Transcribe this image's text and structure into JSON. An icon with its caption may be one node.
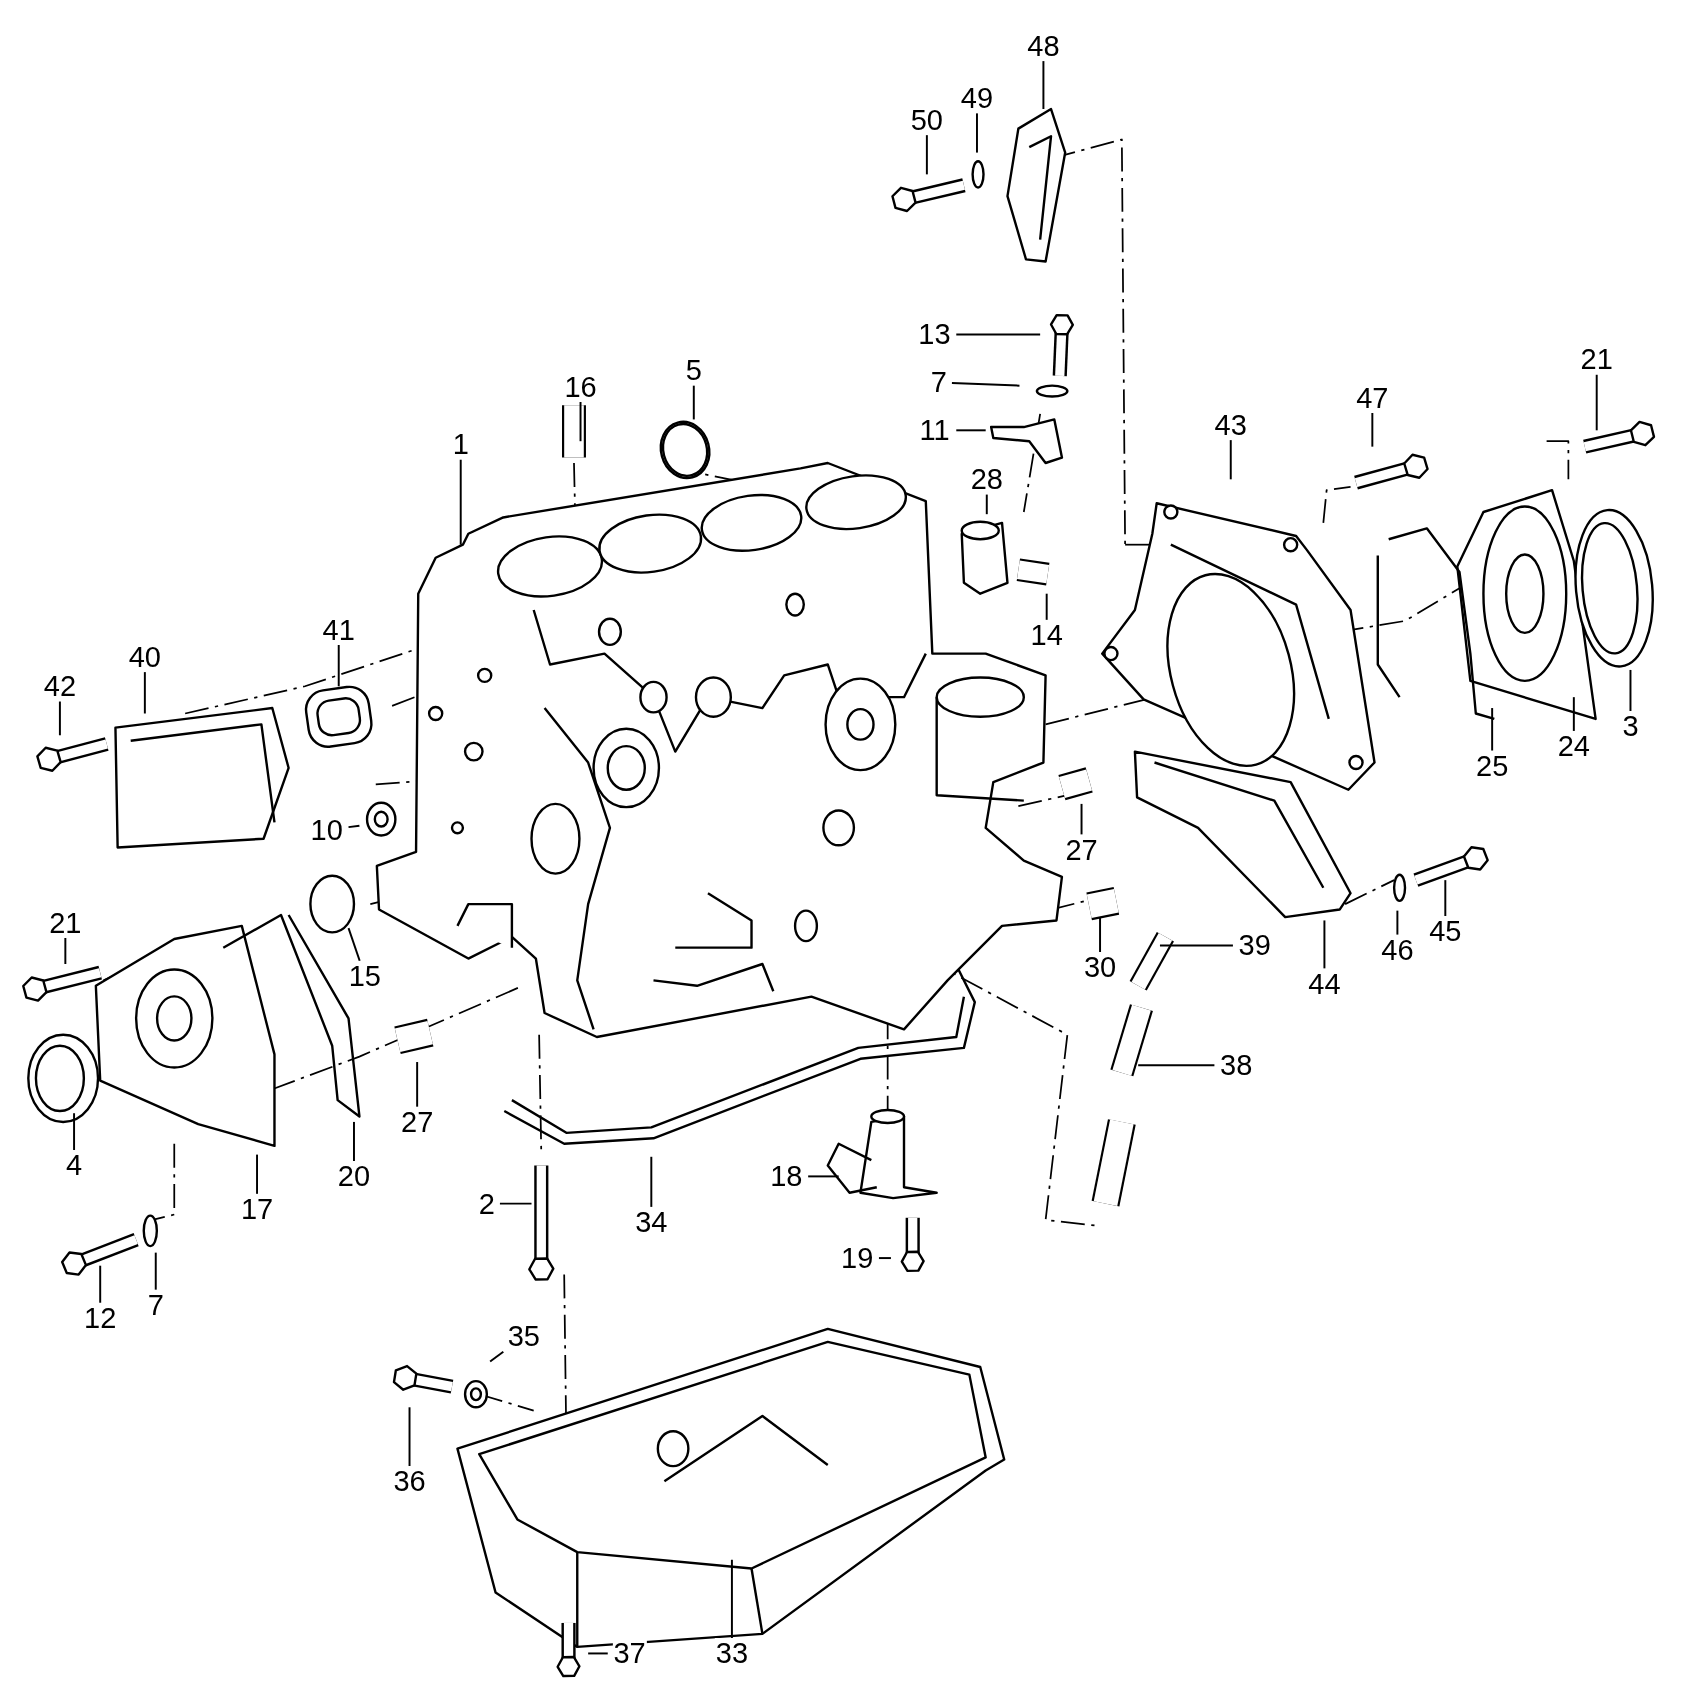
{
  "diagram": {
    "nodes": [
      {
        "text": [
          "48"
        ]
      },
      {
        "text": [
          "49"
        ]
      },
      {
        "text": [
          "50"
        ]
      },
      {
        "text": [
          "13"
        ]
      },
      {
        "text": [
          "7"
        ]
      },
      {
        "text": [
          "11"
        ]
      },
      {
        "text": [
          "16"
        ]
      },
      {
        "text": [
          "5"
        ]
      },
      {
        "text": [
          "1"
        ]
      },
      {
        "text": [
          "28"
        ]
      },
      {
        "text": [
          "14"
        ]
      },
      {
        "text": [
          "43"
        ]
      },
      {
        "text": [
          "47"
        ]
      },
      {
        "text": [
          "21"
        ]
      },
      {
        "text": [
          "41"
        ]
      },
      {
        "text": [
          "40"
        ]
      },
      {
        "text": [
          "42"
        ]
      },
      {
        "text": [
          "10"
        ]
      },
      {
        "text": [
          "15"
        ]
      },
      {
        "text": [
          "21"
        ]
      },
      {
        "text": [
          "4"
        ]
      },
      {
        "text": [
          "17"
        ]
      },
      {
        "text": [
          "20"
        ]
      },
      {
        "text": [
          "27"
        ]
      },
      {
        "text": [
          "27"
        ]
      },
      {
        "text": [
          "30"
        ]
      },
      {
        "text": [
          "39"
        ]
      },
      {
        "text": [
          "38"
        ]
      },
      {
        "text": [
          "44"
        ]
      },
      {
        "text": [
          "46"
        ]
      },
      {
        "text": [
          "45"
        ]
      },
      {
        "text": [
          "3"
        ]
      },
      {
        "text": [
          "24"
        ]
      },
      {
        "text": [
          "25"
        ]
      },
      {
        "text": [
          "34"
        ]
      },
      {
        "text": [
          "2"
        ]
      },
      {
        "text": [
          "18"
        ]
      },
      {
        "text": [
          "19"
        ]
      },
      {
        "text": [
          "12"
        ]
      },
      {
        "text": [
          "7"
        ]
      },
      {
        "text": [
          "35"
        ]
      },
      {
        "text": [
          "36"
        ]
      },
      {
        "text": [
          "37"
        ]
      },
      {
        "text": [
          "33"
        ]
      }
    ],
    "edges": [
      {
        "from": 0,
        "to": null,
        "arrow": "none"
      },
      {
        "from": 1,
        "to": null,
        "arrow": "none"
      },
      {
        "from": 2,
        "to": null,
        "arrow": "none"
      },
      {
        "from": 3,
        "to": null,
        "arrow": "none"
      },
      {
        "from": 4,
        "to": null,
        "arrow": "none"
      },
      {
        "from": 5,
        "to": null,
        "arrow": "none"
      },
      {
        "from": 6,
        "to": null,
        "arrow": "none"
      },
      {
        "from": 7,
        "to": null,
        "arrow": "none"
      },
      {
        "from": 8,
        "to": null,
        "arrow": "none"
      },
      {
        "from": 9,
        "to": null,
        "arrow": "none"
      },
      {
        "from": 10,
        "to": null,
        "arrow": "none"
      },
      {
        "from": 11,
        "to": null,
        "arrow": "none"
      },
      {
        "from": 12,
        "to": null,
        "arrow": "none"
      },
      {
        "from": 13,
        "to": null,
        "arrow": "none"
      },
      {
        "from": 14,
        "to": null,
        "arrow": "none"
      },
      {
        "from": 15,
        "to": null,
        "arrow": "none"
      },
      {
        "from": 16,
        "to": null,
        "arrow": "none"
      },
      {
        "from": 17,
        "to": null,
        "arrow": "none"
      },
      {
        "from": 18,
        "to": null,
        "arrow": "none"
      },
      {
        "from": 19,
        "to": null,
        "arrow": "none"
      },
      {
        "from": 20,
        "to": null,
        "arrow": "none"
      },
      {
        "from": 21,
        "to": null,
        "arrow": "none"
      },
      {
        "from": 22,
        "to": null,
        "arrow": "none"
      },
      {
        "from": 23,
        "to": null,
        "arrow": "none"
      },
      {
        "from": 24,
        "to": null,
        "arrow": "none"
      },
      {
        "from": 25,
        "to": null,
        "arrow": "none"
      },
      {
        "from": 26,
        "to": null,
        "arrow": "none"
      },
      {
        "from": 27,
        "to": null,
        "arrow": "none"
      },
      {
        "from": 28,
        "to": null,
        "arrow": "none"
      },
      {
        "from": 29,
        "to": null,
        "arrow": "none"
      },
      {
        "from": 30,
        "to": null,
        "arrow": "none"
      },
      {
        "from": 31,
        "to": null,
        "arrow": "none"
      },
      {
        "from": 32,
        "to": null,
        "arrow": "none"
      },
      {
        "from": 33,
        "to": null,
        "arrow": "none"
      },
      {
        "from": 34,
        "to": null,
        "arrow": "none"
      },
      {
        "from": 35,
        "to": null,
        "arrow": "none"
      },
      {
        "from": 36,
        "to": null,
        "arrow": "none"
      },
      {
        "from": 37,
        "to": null,
        "arrow": "none"
      },
      {
        "from": 38,
        "to": null,
        "arrow": "none"
      },
      {
        "from": 39,
        "to": null,
        "arrow": "none"
      },
      {
        "from": 40,
        "to": null,
        "arrow": "none"
      },
      {
        "from": 41,
        "to": null,
        "arrow": "none"
      },
      {
        "from": 42,
        "to": null,
        "arrow": "none"
      },
      {
        "from": 43,
        "to": null,
        "arrow": "none"
      }
    ]
  }
}
